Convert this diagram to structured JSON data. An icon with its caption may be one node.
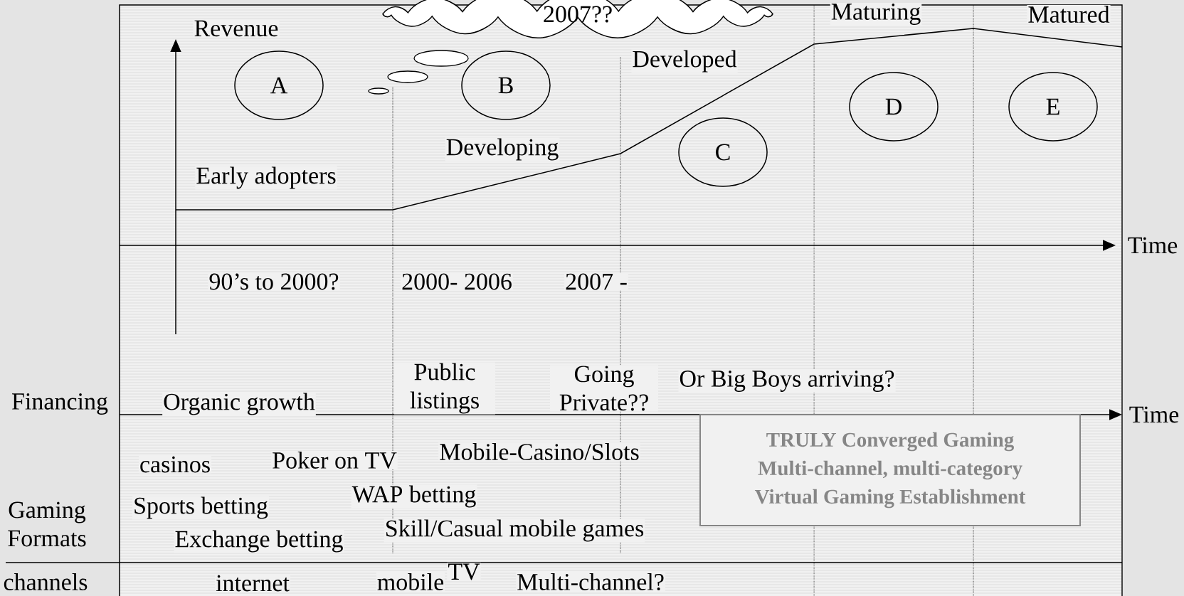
{
  "diagram": {
    "nodes": [
      {
        "text": [
          "2007??"
        ]
      },
      {
        "text": [
          "A"
        ]
      },
      {
        "text": [
          "B"
        ]
      },
      {
        "text": [
          "C"
        ]
      },
      {
        "text": [
          "D"
        ]
      },
      {
        "text": [
          "E"
        ]
      },
      {
        "text": [
          "TRULY Converged Gaming",
          "Multi-channel, multi-category",
          "Virtual Gaming Establishment"
        ]
      }
    ],
    "labels": [
      "Revenue",
      "Maturing",
      "Matured",
      "Developed",
      "Developing",
      "Early adopters",
      "Time",
      "90’s to 2000?",
      "2000- 2006",
      "2007 -",
      "Public listings",
      "Going Private??",
      "Or Big Boys arriving?",
      "Financing",
      "Organic growth",
      "Time",
      "Mobile-Casino/Slots",
      "casinos",
      "Poker on TV",
      "WAP betting",
      "Gaming Formats",
      "Sports betting",
      "Skill/Casual mobile games",
      "Exchange betting",
      "channels",
      "internet",
      "mobile",
      "TV",
      "Multi-channel?"
    ]
  }
}
